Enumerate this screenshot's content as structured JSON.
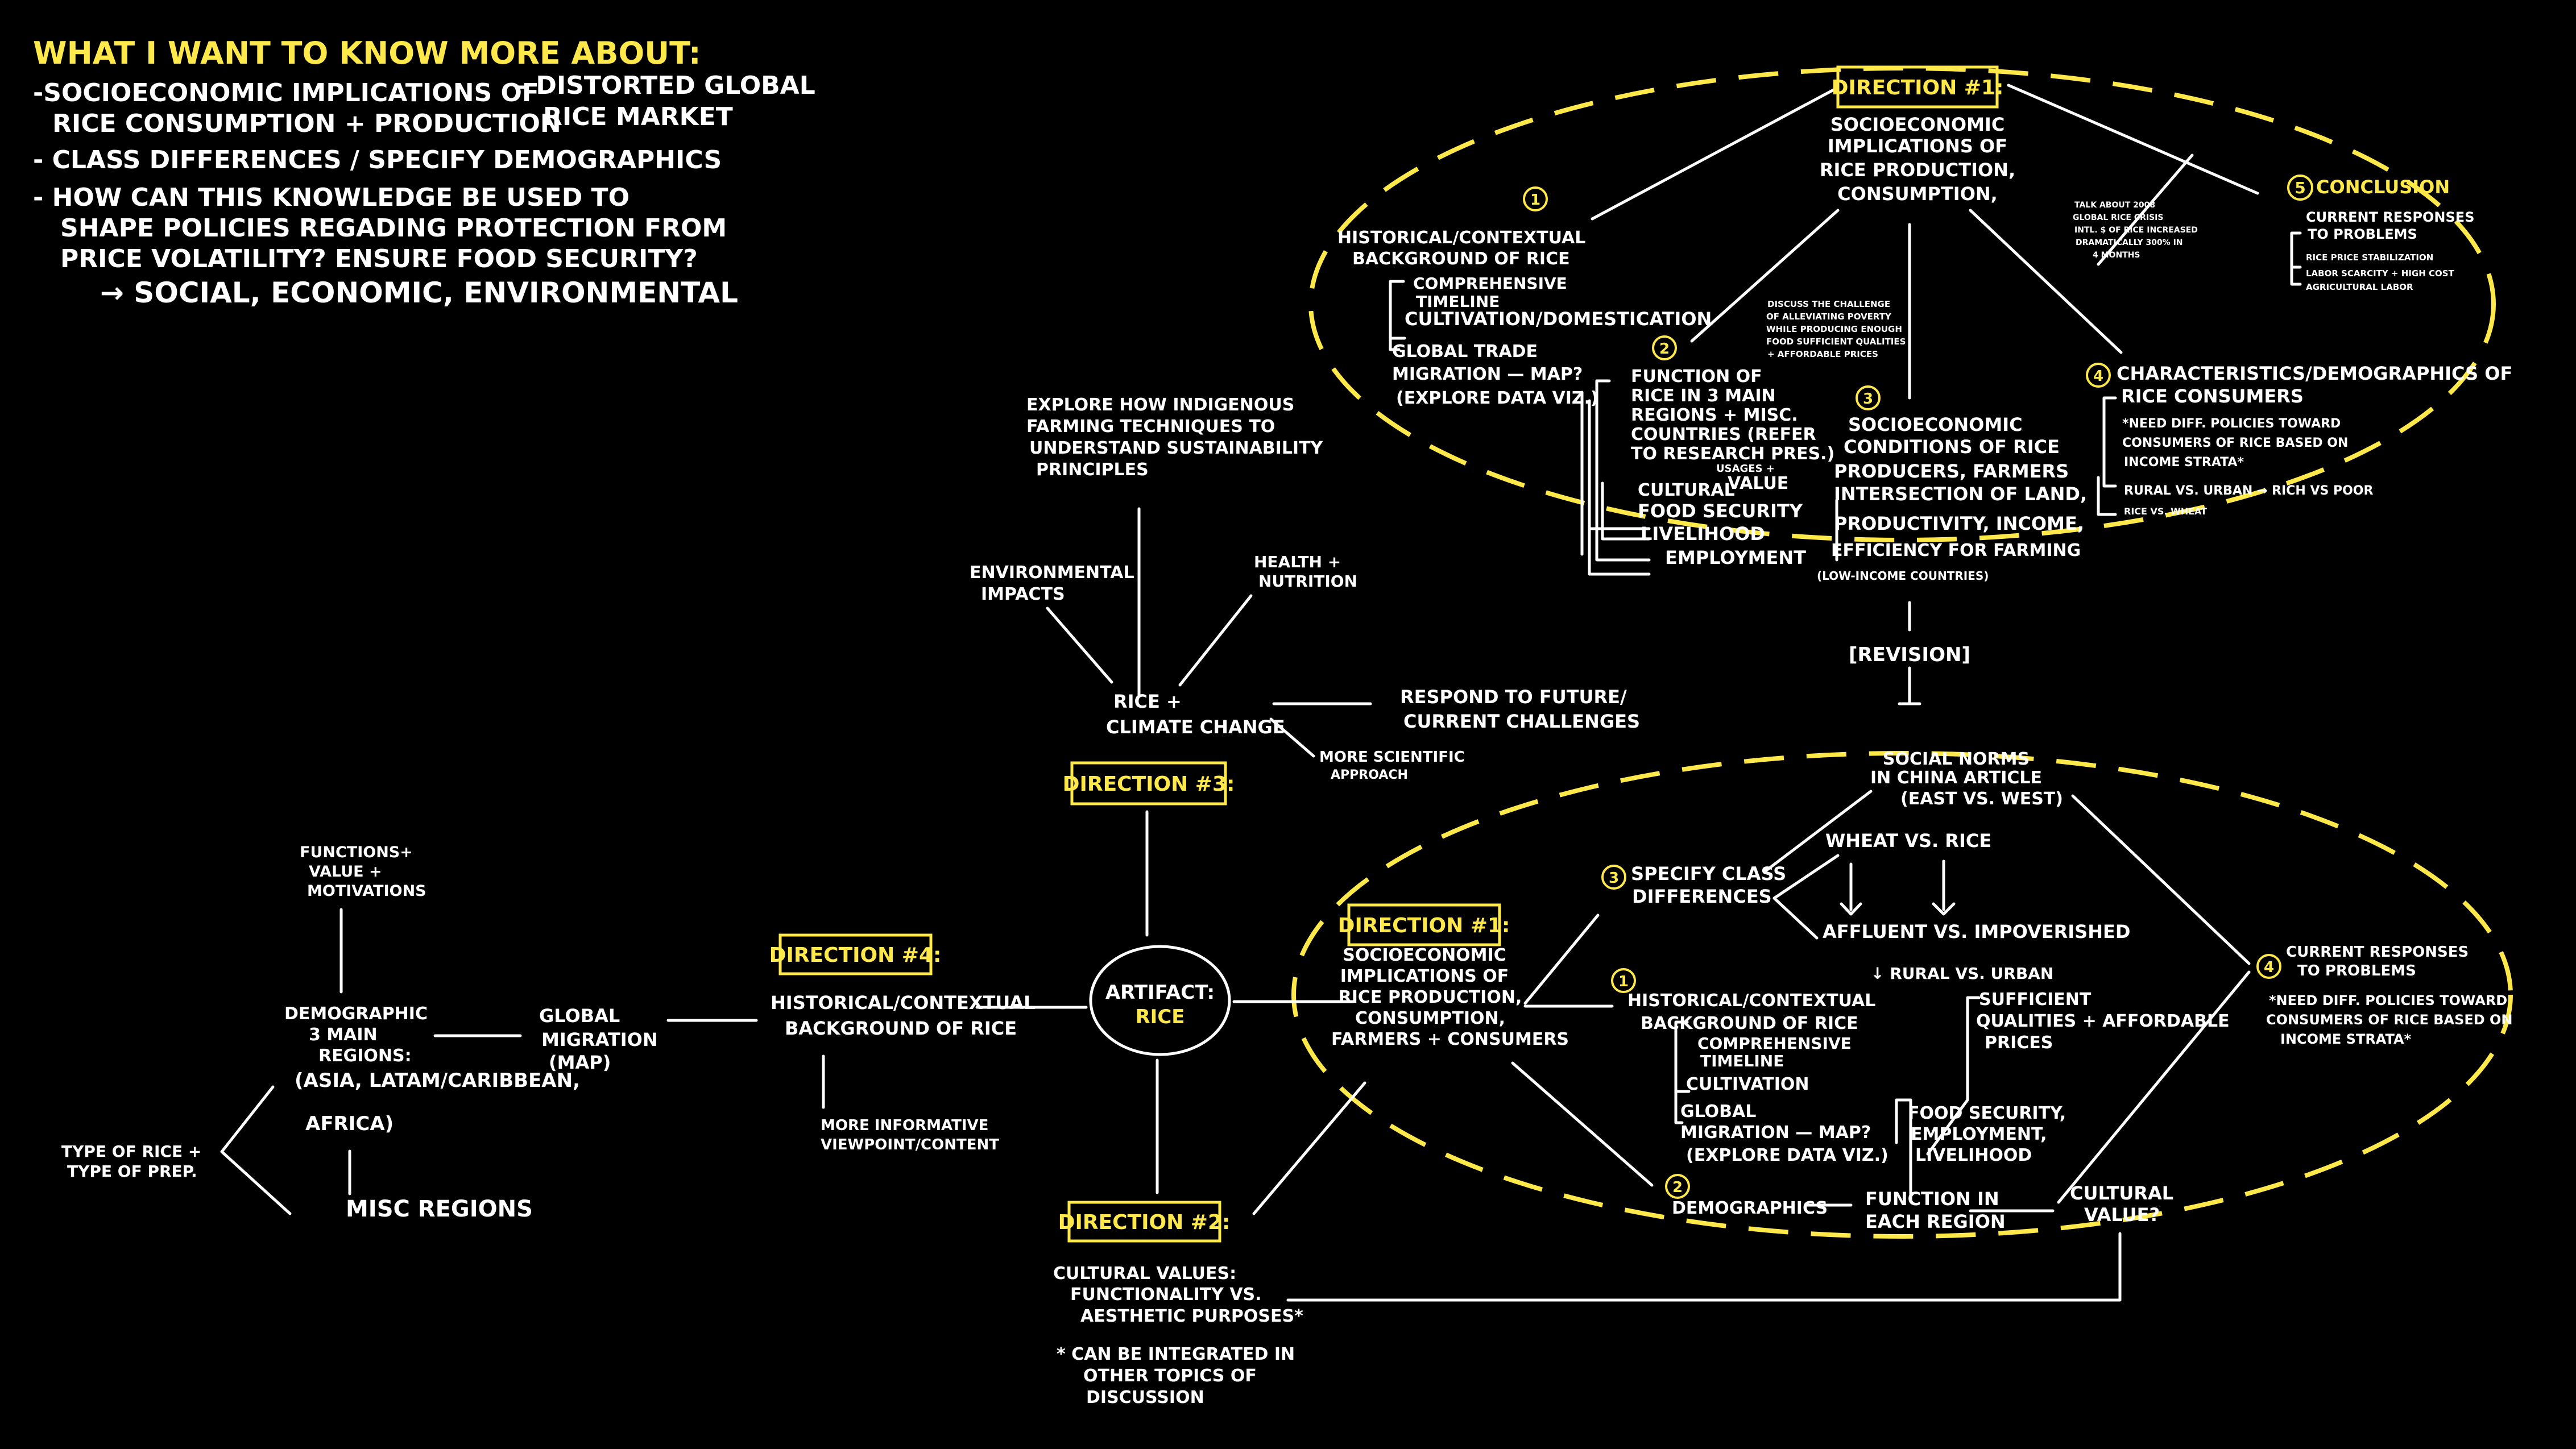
{
  "colors": {
    "background": "#000000",
    "text": "#ffffff",
    "accent": "#ffe94a"
  },
  "header": {
    "title": "WHAT I WANT TO KNOW MORE ABOUT:",
    "items": [
      "-SOCIOECONOMIC IMPLICATIONS OF",
      "RICE CONSUMPTION + PRODUCTION",
      "- CLASS DIFFERENCES / SPECIFY DEMOGRAPHICS",
      "- HOW CAN THIS KNOWLEDGE BE USED TO",
      "SHAPE POLICIES REGADING PROTECTION FROM",
      "PRICE VOLATILITY? ENSURE FOOD SECURITY?",
      "→ SOCIAL, ECONOMIC, ENVIRONMENTAL"
    ],
    "side_item": [
      "– DISTORTED GLOBAL",
      "RICE MARKET"
    ]
  },
  "center": {
    "label": "ARTIFACT:",
    "value": "RICE"
  },
  "direction4": {
    "tag": "DIRECTION #4:",
    "main": [
      "HISTORICAL/CONTEXTUAL",
      "BACKGROUND OF RICE"
    ],
    "note": [
      "MORE INFORMATIVE",
      "VIEWPOINT/CONTENT"
    ],
    "global_migration": [
      "GLOBAL",
      "MIGRATION",
      "(MAP)"
    ],
    "demographic": [
      "DEMOGRAPHIC",
      "3 MAIN",
      "REGIONS:",
      "(ASIA, LATAM/CARIBBEAN,",
      "AFRICA)"
    ],
    "functions": [
      "FUNCTIONS+",
      "VALUE +",
      "MOTIVATIONS"
    ],
    "type_of_rice": [
      "TYPE OF RICE +",
      "TYPE OF PREP."
    ],
    "misc_regions": "MISC REGIONS"
  },
  "direction3": {
    "tag": "DIRECTION #3:",
    "main": [
      "RICE +",
      "CLIMATE CHANGE"
    ],
    "respond": [
      "RESPOND TO FUTURE/",
      "CURRENT CHALLENGES"
    ],
    "scientific": [
      "MORE SCIENTIFIC",
      "APPROACH"
    ],
    "environmental": [
      "ENVIRONMENTAL",
      "IMPACTS"
    ],
    "health": [
      "HEALTH +",
      "NUTRITION"
    ],
    "indigenous": [
      "EXPLORE HOW INDIGENOUS",
      "FARMING TECHNIQUES TO",
      "UNDERSTAND SUSTAINABILITY",
      "PRINCIPLES"
    ]
  },
  "direction2": {
    "tag": "DIRECTION #2:",
    "main": [
      "CULTURAL VALUES:",
      "FUNCTIONALITY VS.",
      "AESTHETIC PURPOSES*"
    ],
    "footnote": [
      "* CAN BE INTEGRATED IN",
      "OTHER TOPICS OF",
      "DISCUSSION"
    ]
  },
  "revision": "[REVISION]",
  "top_ellipse": {
    "tag": "DIRECTION #1:",
    "main": [
      "SOCIOECONOMIC",
      "IMPLICATIONS OF",
      "RICE PRODUCTION,",
      "CONSUMPTION,"
    ],
    "n1": "1",
    "hist": [
      "HISTORICAL/CONTEXTUAL",
      "BACKGROUND OF RICE"
    ],
    "hist_sub": [
      "COMPREHENSIVE",
      "TIMELINE",
      "CULTIVATION/DOMESTICATION",
      "GLOBAL TRADE",
      "MIGRATION — MAP?",
      "(EXPLORE DATA VIZ.)"
    ],
    "n2": "2",
    "function": [
      "FUNCTION OF",
      "RICE IN 3 MAIN",
      "REGIONS + MISC.",
      "COUNTRIES (REFER",
      "TO RESEARCH PRES.)"
    ],
    "function_sub": [
      "CULTURAL",
      "VALUE",
      "FOOD SECURITY",
      "LIVELIHOOD",
      "EMPLOYMENT"
    ],
    "usages": "USAGES +",
    "challenge": [
      "DISCUSS THE CHALLENGE",
      "OF ALLEVIATING POVERTY",
      "WHILE PRODUCING ENOUGH",
      "FOOD SUFFICIENT QUALITIES",
      "+ AFFORDABLE PRICES"
    ],
    "n3": "3",
    "conditions": [
      "SOCIOECONOMIC",
      "CONDITIONS OF RICE",
      "PRODUCERS, FARMERS",
      "INTERSECTION OF LAND,",
      "PRODUCTIVITY, INCOME,",
      "EFFICIENCY FOR FARMING"
    ],
    "low_income": "(LOW-INCOME COUNTRIES)",
    "n4": "4",
    "characteristics": [
      "CHARACTERISTICS/DEMOGRAPHICS OF",
      "RICE CONSUMERS"
    ],
    "char_sub": [
      "*NEED DIFF. POLICIES TOWARD",
      "CONSUMERS OF RICE BASED ON",
      "INCOME STRATA*",
      "RURAL VS. URBAN → RICH VS POOR",
      "RICE VS. WHEAT"
    ],
    "crisis": [
      "TALK ABOUT 2008",
      "GLOBAL RICE CRISIS",
      "INTL. $ OF RICE INCREASED",
      "DRAMATICALLY 300% IN",
      "4 MONTHS"
    ],
    "n5": "5",
    "conclusion": "CONCLUSION",
    "conc_sub": [
      "CURRENT RESPONSES",
      "TO PROBLEMS",
      "RICE PRICE STABILIZATION",
      "LABOR SCARCITY + HIGH COST",
      "AGRICULTURAL LABOR"
    ]
  },
  "bottom_ellipse": {
    "tag": "DIRECTION #1:",
    "main": [
      "SOCIOECONOMIC",
      "IMPLICATIONS OF",
      "RICE PRODUCTION,",
      "CONSUMPTION,",
      "FARMERS + CONSUMERS"
    ],
    "n3": "3",
    "specify": [
      "SPECIFY CLASS",
      "DIFFERENCES"
    ],
    "social": [
      "SOCIAL NORMS",
      "IN CHINA ARTICLE",
      "(EAST VS. WEST)"
    ],
    "wheat": "WHEAT VS. RICE",
    "affluent": "AFFLUENT VS. IMPOVERISHED",
    "rural": "↓ RURAL VS. URBAN",
    "n1": "1",
    "hist": [
      "HISTORICAL/CONTEXTUAL",
      "BACKGROUND OF RICE"
    ],
    "hist_sub": [
      "COMPREHENSIVE",
      "TIMELINE",
      "CULTIVATION",
      "GLOBAL",
      "MIGRATION — MAP?",
      "(EXPLORE DATA VIZ.)"
    ],
    "n2": "2",
    "demographics": "DEMOGRAPHICS",
    "function_region": [
      "FUNCTION IN",
      "EACH REGION"
    ],
    "food": [
      "FOOD SECURITY,",
      "EMPLOYMENT,",
      "LIVELIHOOD"
    ],
    "sufficient": [
      "SUFFICIENT",
      "QUALITIES + AFFORDABLE",
      "PRICES"
    ],
    "cultural": [
      "CULTURAL",
      "VALUE?"
    ],
    "n4": "4",
    "current": [
      "CURRENT RESPONSES",
      "TO PROBLEMS"
    ],
    "need": [
      "*NEED DIFF. POLICIES TOWARD",
      "CONSUMERS OF RICE BASED ON",
      "INCOME STRATA*"
    ]
  }
}
